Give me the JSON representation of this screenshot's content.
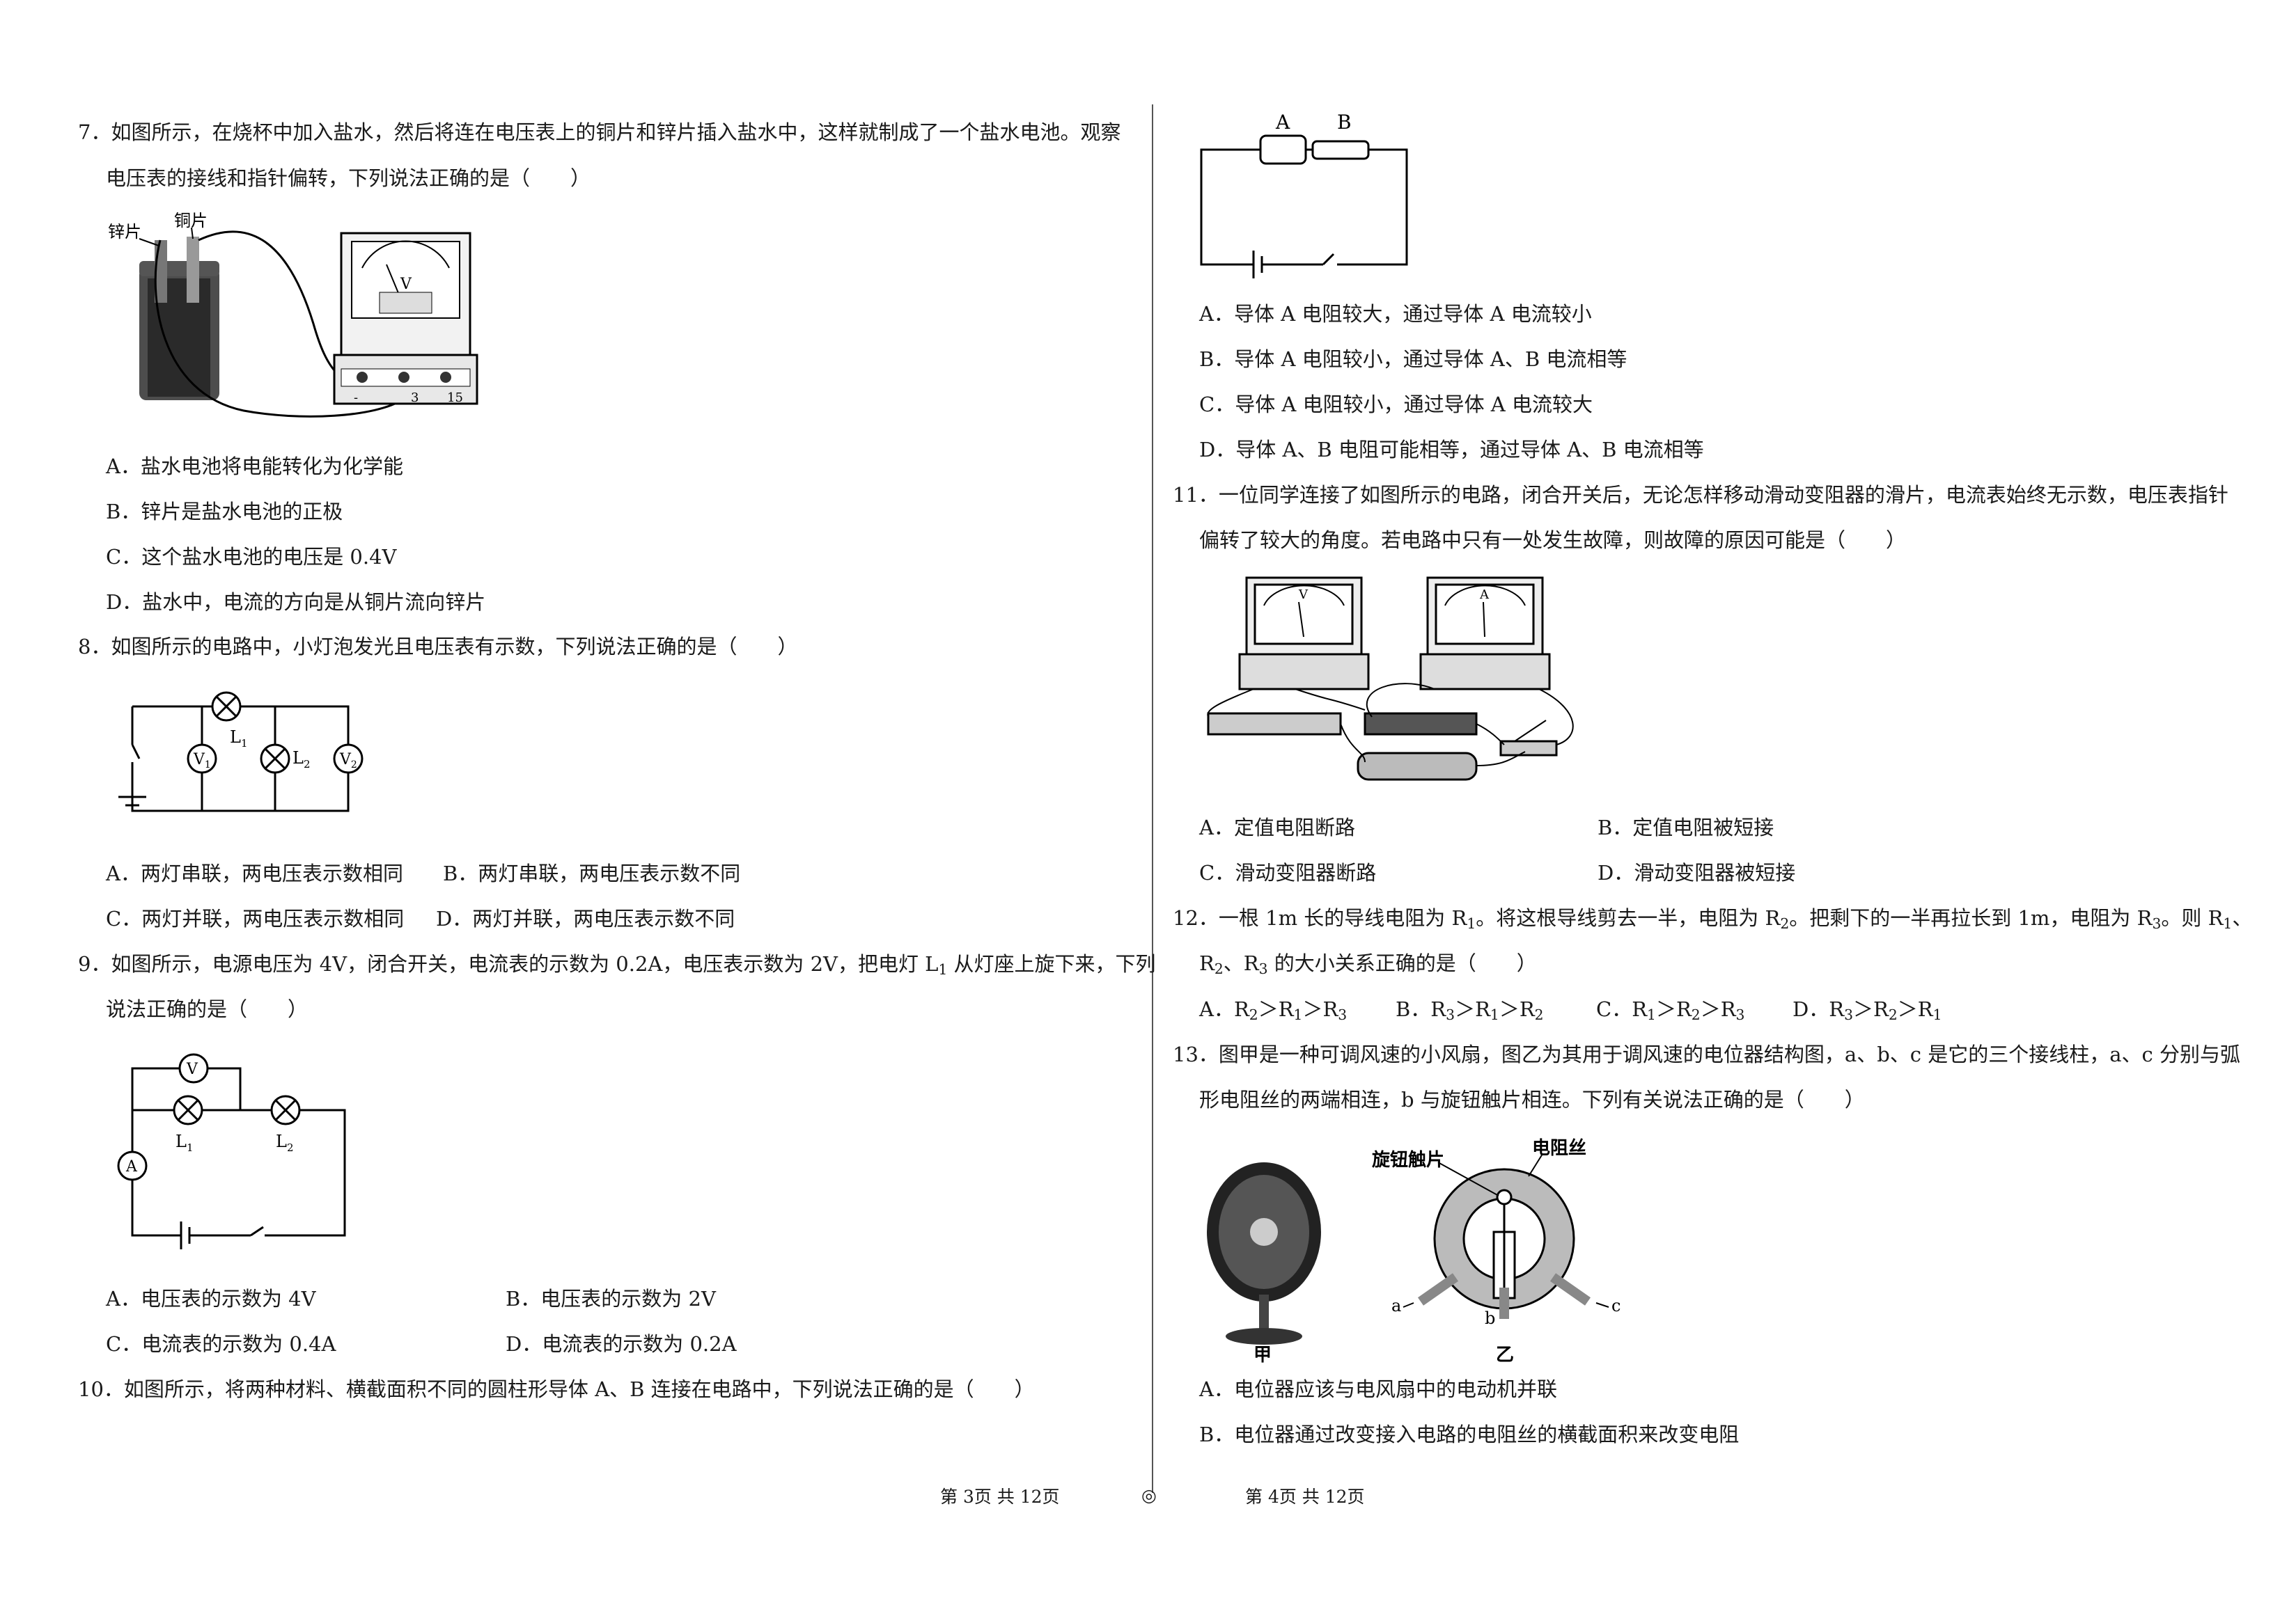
{
  "left": {
    "q7": {
      "line1": "7．如图所示，在烧杯中加入盐水，然后将连在电压表上的铜片和锌片插入盐水中，这样就制成了一个盐水电池。观察",
      "line2": "电压表的接线和指针偏转，下列说法正确的是（　　）",
      "fig_labels": {
        "zinc": "锌片",
        "copper": "铜片",
        "meter": "V",
        "t1": "-",
        "t2": "3",
        "t3": "15"
      },
      "options": [
        "A．盐水电池将电能转化为化学能",
        "B．锌片是盐水电池的正极",
        "C．这个盐水电池的电压是 0.4V",
        "D．盐水中，电流的方向是从铜片流向锌片"
      ]
    },
    "q8": {
      "line1": "8．如图所示的电路中，小灯泡发光且电压表有示数，下列说法正确的是（　　）",
      "fig_labels": {
        "v1": "V",
        "v1sub": "1",
        "v2": "V",
        "v2sub": "2",
        "l1": "L",
        "l1sub": "1",
        "l2": "L",
        "l2sub": "2"
      },
      "options": [
        "A．两灯串联，两电压表示数相同",
        "B．两灯串联，两电压表示数不同",
        "C．两灯并联，两电压表示数相同",
        "D．两灯并联，两电压表示数不同"
      ]
    },
    "q9": {
      "line1": "9．如图所示，电源电压为 4V，闭合开关，电流表的示数为 0.2A，电压表示数为 2V，把电灯 L",
      "line1_sub": "1",
      "line1_tail": " 从灯座上旋下来，下列",
      "line2": "说法正确的是（　　）",
      "fig_labels": {
        "v": "V",
        "a": "A",
        "l1": "L",
        "l1sub": "1",
        "l2": "L",
        "l2sub": "2"
      },
      "options": [
        "A．电压表的示数为 4V",
        "B．电压表的示数为 2V",
        "C．电流表的示数为 0.4A",
        "D．电流表的示数为 0.2A"
      ]
    },
    "q10": {
      "line1": "10．如图所示，将两种材料、横截面积不同的圆柱形导体 A、B 连接在电路中，下列说法正确的是（　　）"
    }
  },
  "right": {
    "q10": {
      "fig_labels": {
        "a": "A",
        "b": "B"
      },
      "options": [
        "A．导体 A 电阻较大，通过导体 A 电流较小",
        "B．导体 A 电阻较小，通过导体 A、B 电流相等",
        "C．导体 A 电阻较小，通过导体 A 电流较大",
        "D．导体 A、B 电阻可能相等，通过导体 A、B 电流相等"
      ]
    },
    "q11": {
      "line1": "11．一位同学连接了如图所示的电路，闭合开关后，无论怎样移动滑动变阻器的滑片，电流表始终无示数，电压表指针",
      "line2": "偏转了较大的角度。若电路中只有一处发生故障，则故障的原因可能是（　　）",
      "fig_labels": {
        "v": "V",
        "a": "A"
      },
      "options": [
        "A．定值电阻断路",
        "B．定值电阻被短接",
        "C．滑动变阻器断路",
        "D．滑动变阻器被短接"
      ]
    },
    "q12": {
      "line1_a": "12．一根 1m 长的导线电阻为 R",
      "line1_b": "。将这根导线剪去一半，电阻为 R",
      "line1_c": "。把剩下的一半再拉长到 1m，电阻为 R",
      "line1_d": "。则 R",
      "line1_e": "、",
      "line2_a": "R",
      "line2_b": "、R",
      "line2_c": " 的大小关系正确的是（　　）",
      "subs": [
        "1",
        "2",
        "3"
      ],
      "options": [
        {
          "p": "A．R",
          "s1": "2",
          "m1": "＞R",
          "s2": "1",
          "m2": "＞R",
          "s3": "3"
        },
        {
          "p": "B．R",
          "s1": "3",
          "m1": "＞R",
          "s2": "1",
          "m2": "＞R",
          "s3": "2"
        },
        {
          "p": "C．R",
          "s1": "1",
          "m1": "＞R",
          "s2": "2",
          "m2": "＞R",
          "s3": "3"
        },
        {
          "p": "D．R",
          "s1": "3",
          "m1": "＞R",
          "s2": "2",
          "m2": "＞R",
          "s3": "1"
        }
      ]
    },
    "q13": {
      "line1": "13．图甲是一种可调风速的小风扇，图乙为其用于调风速的电位器结构图，a、b、c 是它的三个接线柱，a、c 分别与弧",
      "line2": "形电阻丝的两端相连，b 与旋钮触片相连。下列有关说法正确的是（　　）",
      "fig_labels": {
        "knob": "旋钮触片",
        "wire": "电阻丝",
        "a": "a",
        "b": "b",
        "c": "c",
        "jia": "甲",
        "yi": "乙"
      },
      "options": [
        "A．电位器应该与电风扇中的电动机并联",
        "B．电位器通过改变接入电路的电阻丝的横截面积来改变电阻"
      ]
    }
  },
  "footer": {
    "left": "第 3页  共 12页",
    "center": "◎",
    "right": "第 4页  共 12页"
  }
}
